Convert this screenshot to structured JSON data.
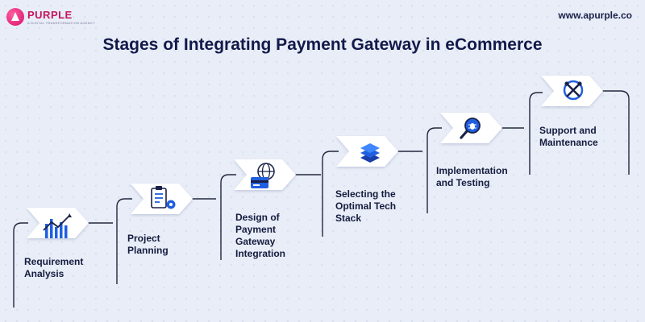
{
  "header": {
    "logo_name": "PURPLE",
    "logo_tagline": "A DIGITAL TRANSFORMATION AGENCY",
    "website": "www.apurple.co"
  },
  "title": "Stages of Integrating Payment Gateway in eCommerce",
  "stages": [
    {
      "label": "Requirement\nAnalysis",
      "icon": "analytics-chart-icon"
    },
    {
      "label": "Project\nPlanning",
      "icon": "clipboard-gear-icon"
    },
    {
      "label": "Design of\nPayment\nGateway\nIntegration",
      "icon": "card-globe-icon"
    },
    {
      "label": "Selecting the\nOptimal Tech\nStack",
      "icon": "stack-layers-icon"
    },
    {
      "label": "Implementation\nand Testing",
      "icon": "magnifier-bug-icon"
    },
    {
      "label": "Support and\nMaintenance",
      "icon": "tools-icon"
    }
  ],
  "colors": {
    "background": "#e8edf7",
    "title": "#121a4a",
    "icon_blue": "#1f5fe0",
    "brand_pink": "#c4165e",
    "line": "#22283f"
  }
}
